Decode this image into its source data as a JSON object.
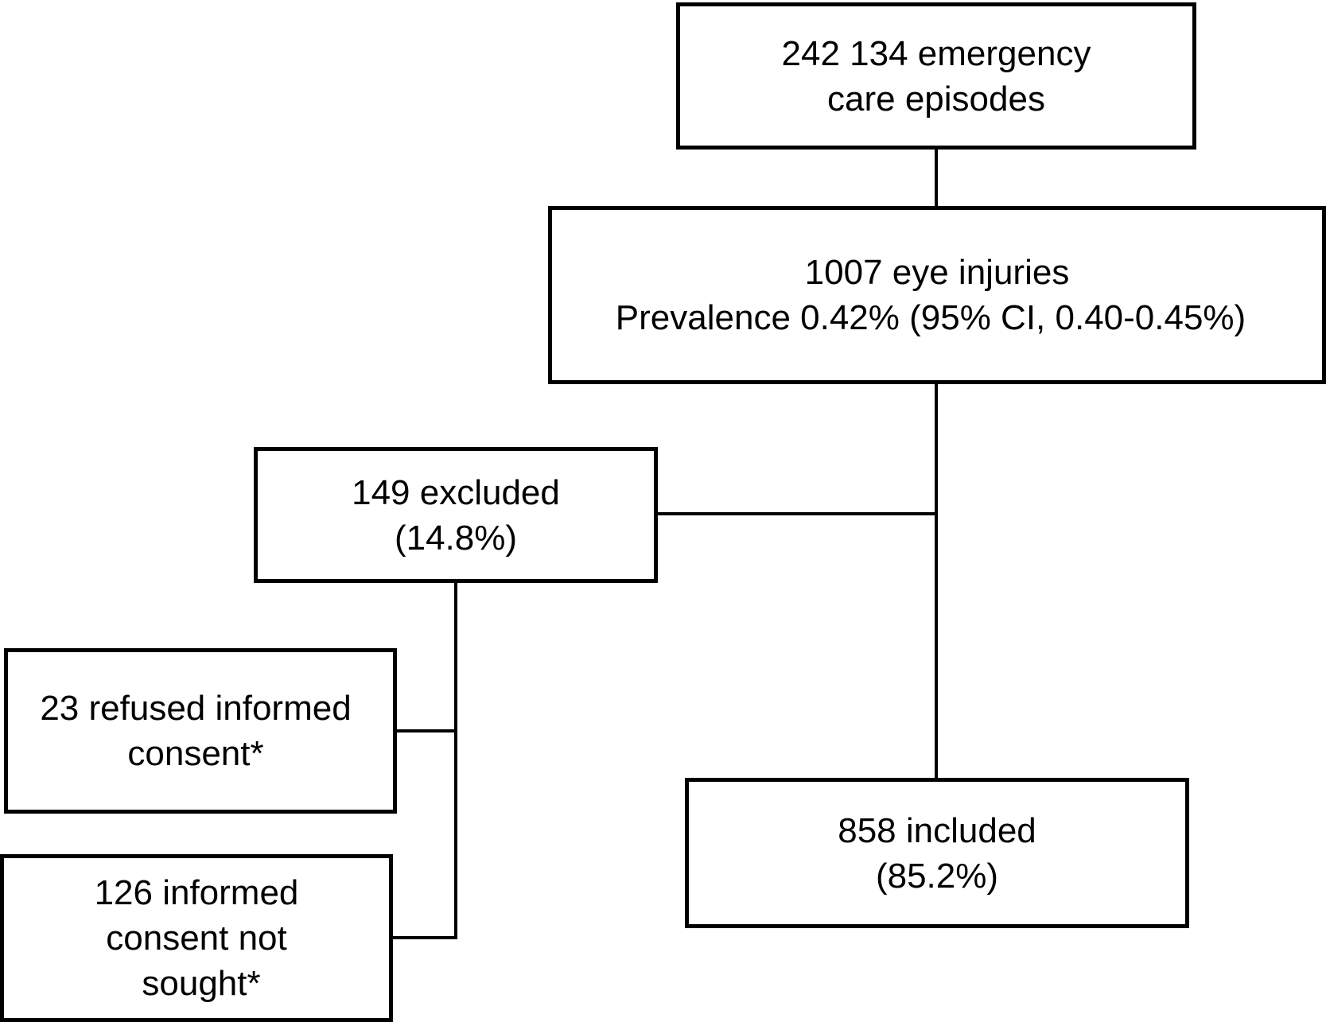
{
  "flowchart": {
    "episodes": {
      "line1": "242 134 emergency",
      "line2": "care episodes"
    },
    "injuries": {
      "line1": "1007 eye injuries",
      "line2": "Prevalence 0.42% (95% CI, 0.40-0.45%)"
    },
    "excluded": {
      "line1": "149 excluded",
      "line2": "(14.8%)"
    },
    "refused": {
      "line1": "23 refused informed",
      "line2": "consent*"
    },
    "not_sought": {
      "line1": "126 informed",
      "line2": "consent not",
      "line3": "sought*"
    },
    "included": {
      "line1": "858 included",
      "line2": "(85.2%)"
    }
  },
  "colors": {
    "stroke": "#000000",
    "background": "#ffffff"
  }
}
